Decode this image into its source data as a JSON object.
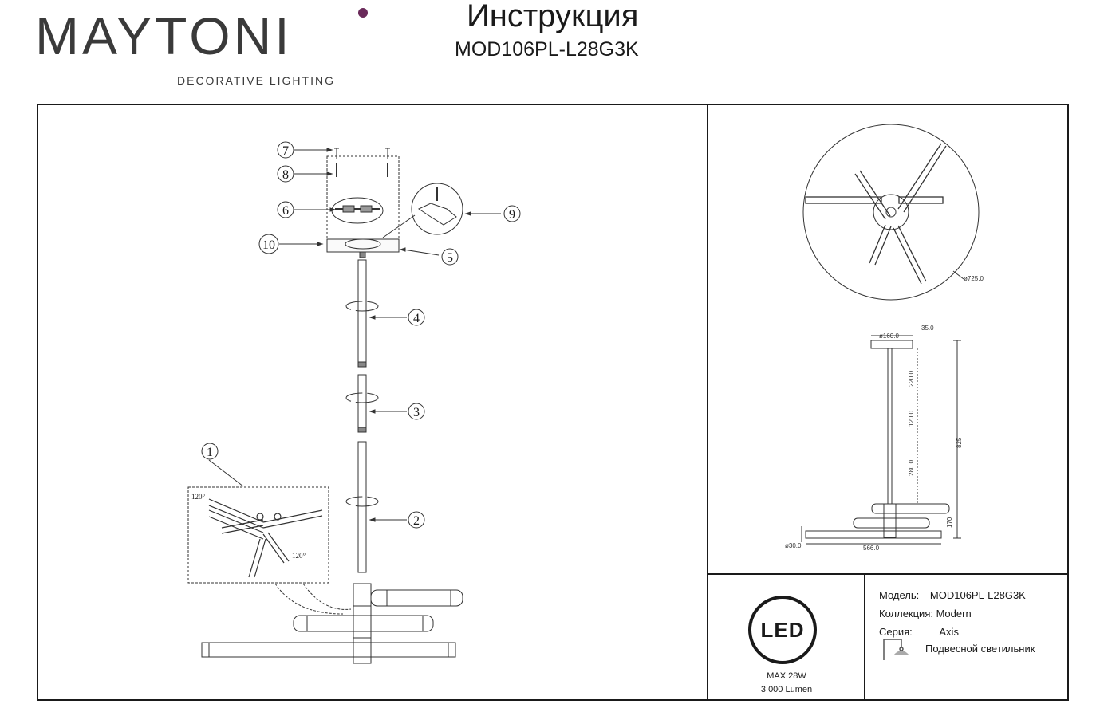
{
  "brand": {
    "name": "MAYTONI",
    "tagline": "DECORATIVE LIGHTING",
    "accent_color": "#6a2a5a"
  },
  "header": {
    "title": "Инструкция",
    "model": "MOD106PL-L28G3K"
  },
  "callouts": [
    "1",
    "2",
    "3",
    "4",
    "5",
    "6",
    "7",
    "8",
    "9",
    "10"
  ],
  "assembly_angles": [
    "120°",
    "120°"
  ],
  "dimensions": {
    "diameter_outer": "ø725.0",
    "diameter_canopy": "ø160.0",
    "canopy_height": "35.0",
    "rod_1": "220.0",
    "rod_2": "120.0",
    "rod_3": "280.0",
    "total_height": "825",
    "arm_height": "170",
    "width": "566.0",
    "tube_diameter": "ø30.0"
  },
  "led_badge": {
    "label": "LED",
    "power": "MAX 28W",
    "lumen": "3 000 Lumen"
  },
  "info": {
    "model_label": "Модель:",
    "model_value": "MOD106PL-L28G3K",
    "collection_label": "Коллекция:",
    "collection_value": "Modern",
    "series_label": "Серия:",
    "series_value": "Axis",
    "type_icon": "pendant-lamp-icon",
    "type_value": "Подвесной светильник"
  }
}
